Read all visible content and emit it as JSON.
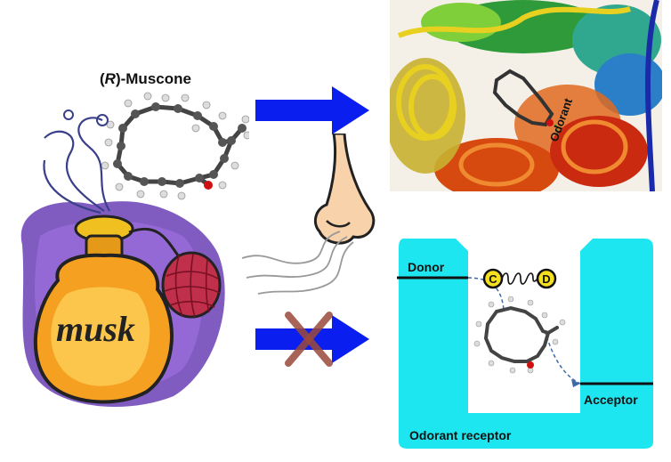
{
  "molecule": {
    "title_prefix": "(",
    "title_italic": "R",
    "title_suffix": ")-Muscone"
  },
  "bottle": {
    "label": "musk"
  },
  "receptor_structure": {
    "odorant_label": "Odorant"
  },
  "receptor_diagram": {
    "donor_label": "Donor",
    "acceptor_label": "Acceptor",
    "receptor_label": "Odorant receptor",
    "c_label": "C",
    "d_label": "D"
  },
  "colors": {
    "arrow": "#0a1ef0",
    "cross": "#9b4a3c",
    "receptor_fill": "#1ee6f0",
    "skin": "#f7d2aa"
  }
}
